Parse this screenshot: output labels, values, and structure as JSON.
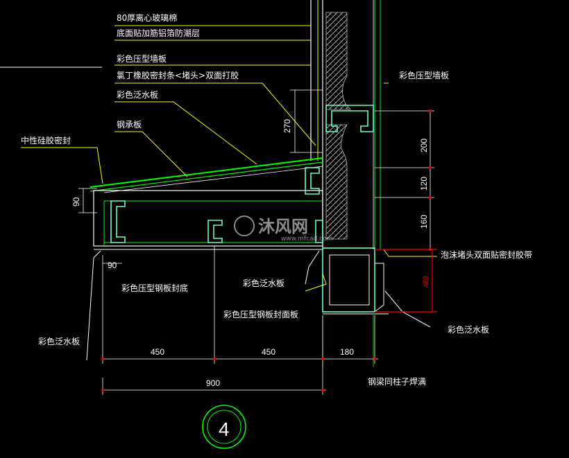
{
  "labels": {
    "insulation": "80厚离心玻璃棉",
    "foil_layer": "底面贴加筋铝箔防潮层",
    "wall_panel_top": "彩色压型墙板",
    "neoprene": "氯丁橡胶密封条<堵头>双面打胶",
    "flashing_top": "彩色泛水板",
    "bearing_plate": "钢承板",
    "neutral_silicone": "中性硅胶密封",
    "wall_panel_right": "彩色压型墙板",
    "foam_tape": "泡沫堵头双面贴密封胶带",
    "soffit_panel": "彩色压型钢板封底",
    "flashing_mid": "彩色泛水板",
    "face_panel": "彩色压型钢板封面板",
    "flashing_left": "彩色泛水板",
    "flashing_right": "彩色泛水板",
    "weld_note": "钢梁同柱子焊满"
  },
  "dimensions": {
    "d270": "270",
    "d200": "200",
    "d120": "120",
    "d160": "160",
    "d480": "480",
    "d90_side": "90",
    "d90_bottom": "90",
    "d450_a": "450",
    "d450_b": "450",
    "d180": "180",
    "d900": "900"
  },
  "detail_number": "4",
  "watermark": {
    "main": "沐风网",
    "url": "www.mfcad.com"
  },
  "colors": {
    "background": "#000000",
    "linework": "#ffffff",
    "leaders": "#ffff00",
    "flashing": "#00ff00",
    "steel": "#66ffcc",
    "dimension_ticks": "#ff0000",
    "grid_lines": "#00ff00",
    "detail_circle": "#00ff00"
  }
}
